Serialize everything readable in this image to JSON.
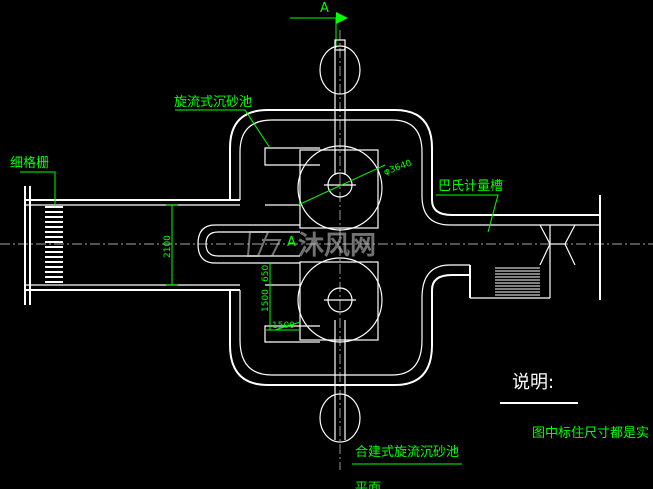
{
  "labels": {
    "section_mark": "A",
    "section_mark_mid": "A",
    "grit_chamber": "旋流式沉砂池",
    "screen": "细格栅",
    "flume": "巴氏计量槽",
    "note_title": "说明:",
    "note_text": "图中标住尺寸都是实",
    "drawing_title": "合建式旋流沉砂池",
    "watermark": "沐风网",
    "cut_text": "平面"
  },
  "dimensions": {
    "width_channel": "2100",
    "dia_1": "φ3640",
    "d_1500": "1500",
    "d_650": "650",
    "d_1500b": "1500"
  },
  "colors": {
    "background": "#000000",
    "line": "#ffffff",
    "annotation": "#00ff00"
  }
}
